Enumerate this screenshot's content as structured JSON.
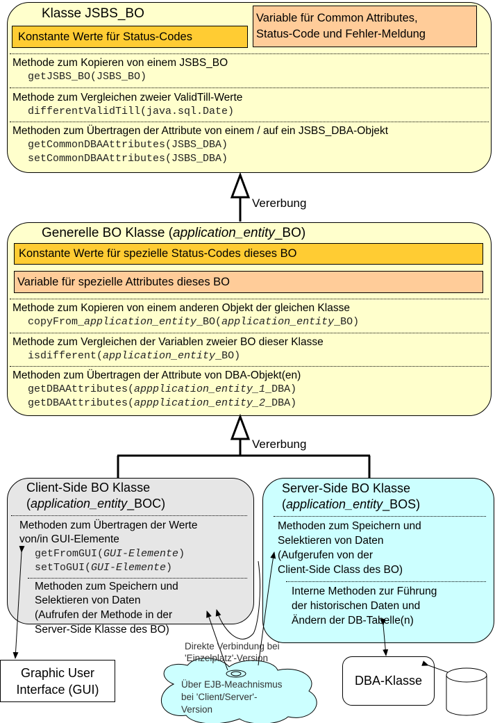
{
  "base_class": {
    "title": "Klasse JSBS_BO",
    "constants": "Konstante Werte für Status-Codes",
    "variables": [
      "Variable für Common Attributes,",
      "Status-Code und Fehler-Meldung"
    ],
    "methods": [
      {
        "desc": "Methode zum Kopieren von einem JSBS_BO",
        "code": [
          "getJSBS_BO(JSBS_BO)"
        ]
      },
      {
        "desc": "Methode zum Vergleichen zweier ValidTill-Werte",
        "code": [
          "differentValidTill(java.sql.Date)"
        ]
      },
      {
        "desc": "Methoden zum Übertragen der Attribute von einem / auf ein JSBS_DBA-Objekt",
        "code": [
          "getCommonDBAAttributes(JSBS_DBA)",
          "setCommonDBAAttributes(JSBS_DBA)"
        ]
      }
    ]
  },
  "inheritance_label": "Vererbung",
  "general_class": {
    "title": [
      "Generelle BO Klasse (",
      "application_entity",
      "_BO)"
    ],
    "constants": "Konstante Werte für spezielle Status-Codes dieses BO",
    "variables": "Variable für spezielle Attributes dieses BO",
    "methods": [
      {
        "desc": "Methode zum Kopieren von einem anderen Objekt der gleichen Klasse",
        "code": [
          "copyFrom_",
          "application_entity",
          "_BO(",
          "application_entity",
          "_BO)"
        ]
      },
      {
        "desc": "Methode zum Vergleichen der Variablen zweier BO dieser Klasse",
        "code": [
          "isdifferent(",
          "application_entity",
          "_BO)"
        ]
      },
      {
        "desc": "Methoden zum Übertragen der Attribute von DBA-Objekt(en)",
        "code1": [
          "getDBAAttributes(",
          "appplication_entity_1",
          "_DBA)"
        ],
        "code2": [
          "getDBAAttributes(",
          "appplication_entity_2",
          "_DBA)"
        ]
      }
    ]
  },
  "client_class": {
    "title": [
      "Client-Side BO Klasse",
      "(",
      "application_entity",
      "_BOC)"
    ],
    "m1": [
      "Methoden zum Übertragen der Werte",
      "von/in GUI-Elemente"
    ],
    "code1": [
      "getFromGUI(",
      "GUI-Elemente",
      ")"
    ],
    "code2": [
      "setToGUI(",
      "GUI-Elemente",
      ")"
    ],
    "m2": [
      "Methoden zum Speichern und",
      "Selektieren von Daten",
      "(Aufrufen der Methode in der",
      "Server-Side Klasse des BO)"
    ]
  },
  "server_class": {
    "title": [
      "Server-Side BO Klasse",
      "(",
      "application_entity",
      "_BOS)"
    ],
    "m1": [
      "Methoden zum Speichern und",
      "Selektieren von Daten",
      "(Aufgerufen von der",
      "Client-Side Class des BO)"
    ],
    "m2": [
      "Interne Methoden zur Führung",
      "der historischen Daten und",
      "Ändern der DB-Tabelle(n)"
    ]
  },
  "gui": [
    "Graphic User",
    "Interface (GUI)"
  ],
  "dba": "DBA-Klasse",
  "direct_label": [
    "Direkte Verbindung bei",
    "'Einzelplatz'-Version"
  ],
  "cloud_label": [
    "Über EJB-Meachnismus",
    "bei 'Client/Server'-",
    "Version"
  ],
  "colors": {
    "yellow": "#ffffcc",
    "orange": "#ffcc33",
    "peach": "#ffcc99",
    "gray": "#e6e6e6",
    "cyan": "#ccffff"
  }
}
